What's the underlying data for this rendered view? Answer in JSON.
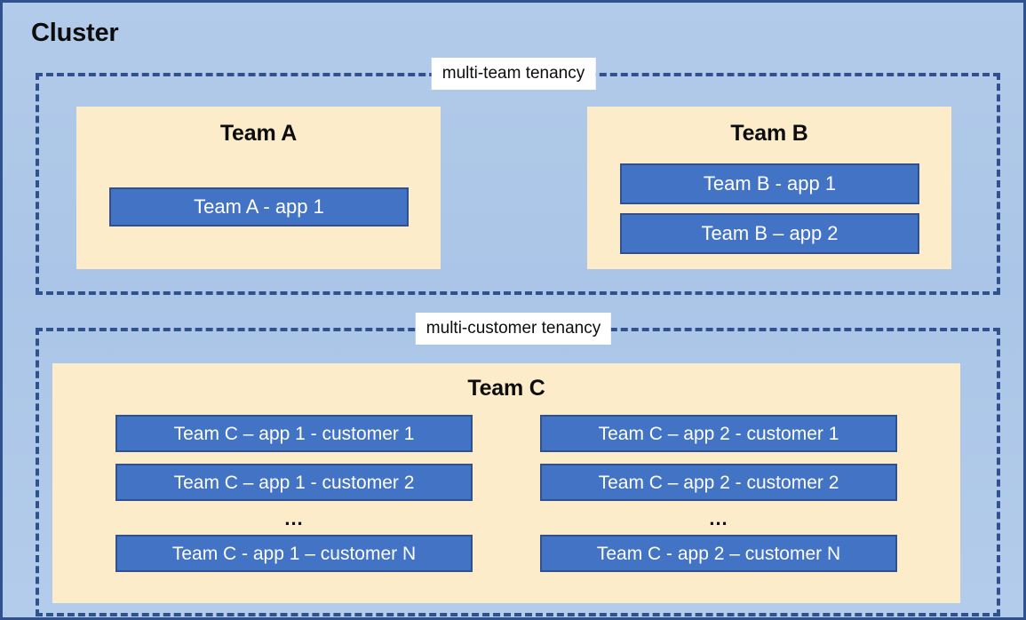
{
  "diagram": {
    "title": "Cluster",
    "colors": {
      "background": "#aec8e8",
      "panel_cream": "#fcecca",
      "app_blue": "#4273c5",
      "border_dark_blue": "#2f528f",
      "label_white": "#ffffff",
      "text_black": "#0d0d0d"
    },
    "tenancy_groups": [
      {
        "id": "multi-team",
        "label": "multi-team tenancy",
        "teams": [
          {
            "id": "team-a",
            "heading": "Team A",
            "apps": [
              "Team A - app 1"
            ]
          },
          {
            "id": "team-b",
            "heading": "Team B",
            "apps": [
              "Team B - app 1",
              "Team B – app 2"
            ]
          }
        ]
      },
      {
        "id": "multi-customer",
        "label": "multi-customer tenancy",
        "teams": [
          {
            "id": "team-c",
            "heading": "Team C",
            "columns": [
              {
                "id": "team-c-app-1",
                "apps_top": [
                  "Team C – app 1 - customer 1",
                  "Team C – app 1 - customer 2"
                ],
                "ellipsis": "...",
                "apps_bottom": [
                  "Team C - app 1 – customer N"
                ]
              },
              {
                "id": "team-c-app-2",
                "apps_top": [
                  "Team C – app 2 - customer 1",
                  "Team C – app 2 - customer 2"
                ],
                "ellipsis": "...",
                "apps_bottom": [
                  "Team C - app 2 – customer N"
                ]
              }
            ]
          }
        ]
      }
    ]
  }
}
